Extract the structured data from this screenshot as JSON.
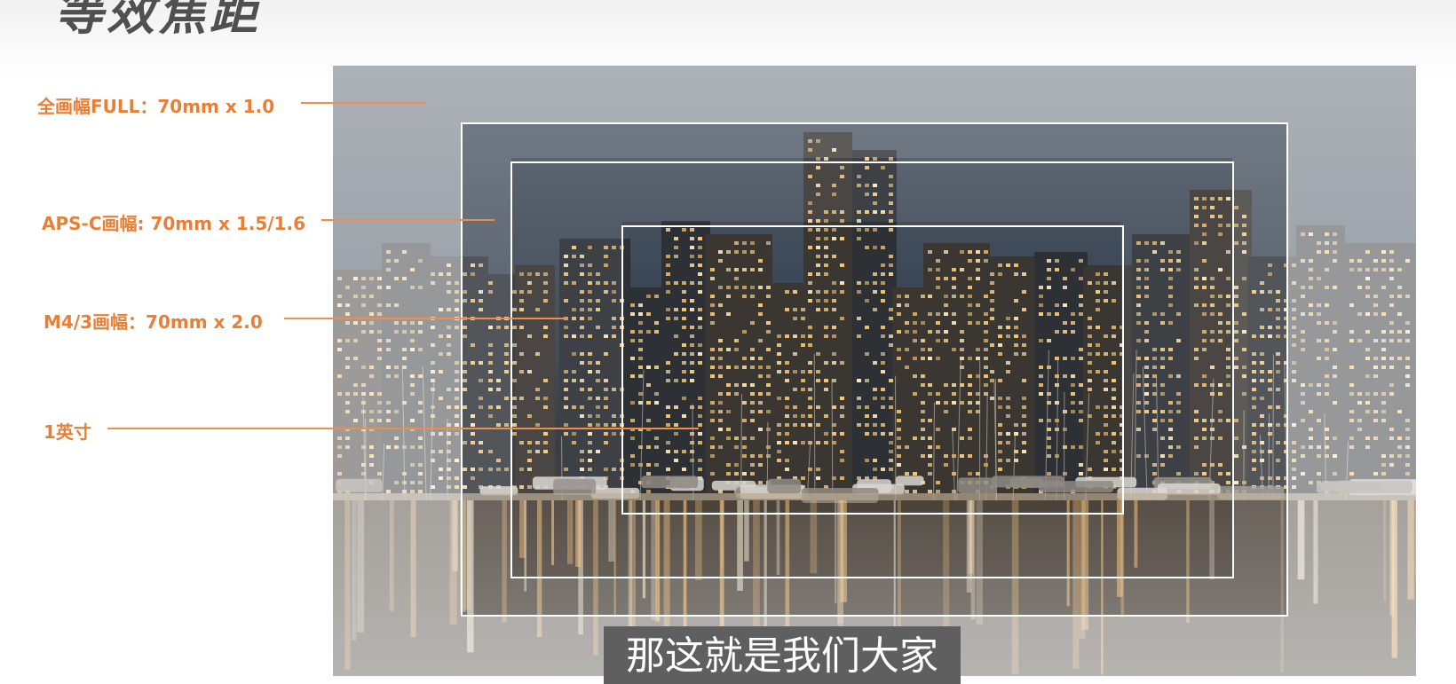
{
  "slide": {
    "title": "等效焦距"
  },
  "formats": [
    {
      "name": "full-frame",
      "label": "全画幅FULL：70mm x 1.0"
    },
    {
      "name": "aps-c",
      "label": "APS-C画幅: 70mm x 1.5/1.6"
    },
    {
      "name": "m43",
      "label": "M4/3画幅：70mm x 2.0"
    },
    {
      "name": "one-inch",
      "label": "1英寸"
    }
  ],
  "subtitle": "那这就是我们大家",
  "colors": {
    "label": "#e97f36",
    "leader": "#ef8d4a",
    "frame": "#ffffff",
    "caption_bg": "#5f5f5f"
  },
  "photo": {
    "subject": "night city skyline with marina reflection"
  }
}
